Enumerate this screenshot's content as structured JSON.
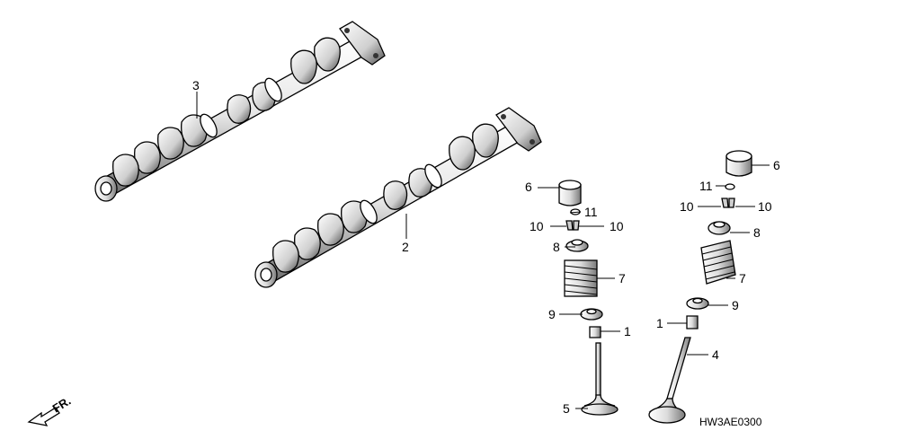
{
  "diagram": {
    "code": "HW3AE0300",
    "direction_label": "FR.",
    "callouts": {
      "c1a": "1",
      "c1b": "1",
      "c2": "2",
      "c3": "3",
      "c4": "4",
      "c5": "5",
      "c6a": "6",
      "c6b": "6",
      "c7a": "7",
      "c7b": "7",
      "c8a": "8",
      "c8b": "8",
      "c9a": "9",
      "c9b": "9",
      "c10a": "10",
      "c10b": "10",
      "c10c": "10",
      "c10d": "10",
      "c11a": "11",
      "c11b": "11"
    }
  },
  "colors": {
    "line": "#000000",
    "fill_light": "#f2f2f2",
    "fill_mid": "#d9d9d9",
    "fill_dark": "#8c8c8c",
    "background": "#ffffff"
  }
}
